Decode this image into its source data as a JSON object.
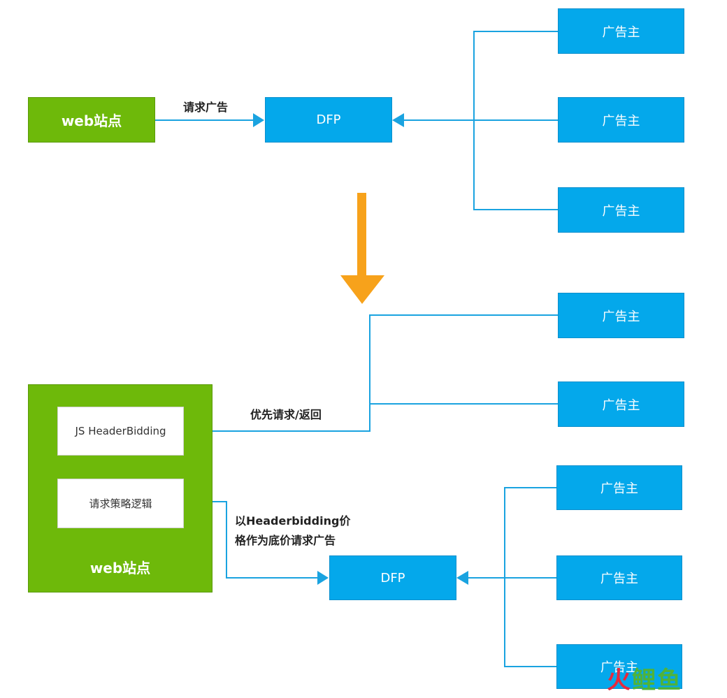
{
  "top": {
    "site_label": "web站点",
    "request_label": "请求广告",
    "dfp_label": "DFP",
    "advertisers": [
      "广告主",
      "广告主",
      "广告主"
    ]
  },
  "bottom": {
    "site_label": "web站点",
    "headerbidding_label": "JS HeaderBidding",
    "strategy_label": "请求策略逻辑",
    "priority_label": "优先请求/返回",
    "floor_price_line1": "以Headerbidding价",
    "floor_price_line2": "格作为底价请求广告",
    "dfp_label": "DFP",
    "hb_advertisers": [
      "广告主",
      "广告主"
    ],
    "dfp_advertisers": [
      "广告主",
      "广告主",
      "广告主"
    ]
  },
  "watermark": {
    "chars": [
      "火",
      "鲤",
      "鱼"
    ]
  },
  "colors": {
    "advertiser_blue": "#04a8eb",
    "site_green": "#6eb90a",
    "connector_blue": "#1aa3e0",
    "transition_arrow_orange": "#f7a21b",
    "inner_arrow_red": "#e0141e"
  }
}
